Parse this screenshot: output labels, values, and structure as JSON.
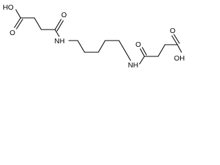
{
  "molecule": {
    "left_group": {
      "acid_label": "HO",
      "acid_oxygen": "O",
      "amide_oxygen": "O",
      "amide_nh": "NH"
    },
    "right_group": {
      "amide_nh": "NH",
      "amide_oxygen": "O",
      "acid_oxygen": "O",
      "acid_label": "OH"
    }
  },
  "colors": {
    "bond": "#000000",
    "label": "#000000",
    "background": "#ffffff"
  }
}
